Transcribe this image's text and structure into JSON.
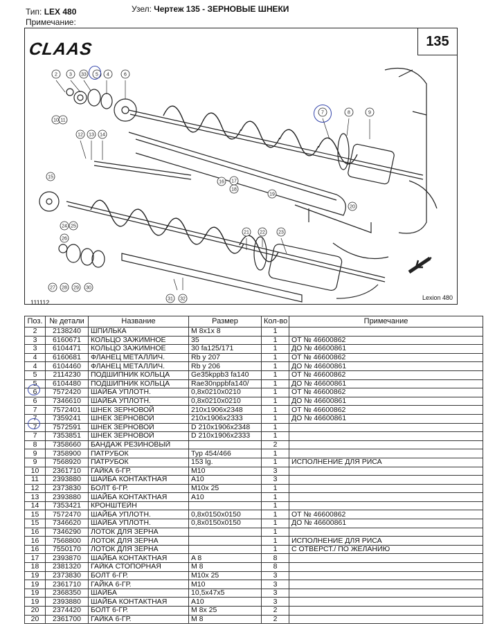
{
  "header": {
    "type_label": "Тип:",
    "type_value": "LEX 480",
    "unit_label": "Узел:",
    "unit_value": "Чертеж 135 - ЗЕРНОВЫЕ ШНЕКИ",
    "note_label": "Примечание:"
  },
  "drawing": {
    "brand": "CLAAS",
    "sheet_number": "135",
    "code": "111112",
    "model": "Lexion 480",
    "callouts": [
      "2",
      "3",
      "33",
      "5",
      "4",
      "6",
      "7",
      "8",
      "9",
      "10",
      "11",
      "12",
      "13",
      "14",
      "15",
      "16",
      "17",
      "18",
      "19",
      "20",
      "21",
      "22",
      "23",
      "24",
      "25",
      "26",
      "27",
      "28",
      "29",
      "30",
      "31",
      "32"
    ]
  },
  "table": {
    "headers": [
      "Поз.",
      "№ детали",
      "Название",
      "Размер",
      "Кол-во",
      "Примечание"
    ],
    "rows": [
      [
        "2",
        "2138240",
        "ШПИЛЬКА",
        "M 8x1x 8",
        "1",
        ""
      ],
      [
        "3",
        "6160671",
        "КОЛЬЦО ЗАЖИМНОЕ",
        "35",
        "1",
        "ОТ № 46600862"
      ],
      [
        "3",
        "6104471",
        "КОЛЬЦО ЗАЖИМНОЕ",
        "30    fa125/171",
        "1",
        "ДО № 46600861"
      ],
      [
        "4",
        "6160681",
        "ФЛАНЕЦ МЕТАЛЛИЧ.",
        "Rb y 207",
        "1",
        "ОТ № 46600862"
      ],
      [
        "4",
        "6104460",
        "ФЛАНЕЦ МЕТАЛЛИЧ.",
        "Rb y 206",
        "1",
        "ДО № 46600861"
      ],
      [
        "5",
        "2114230",
        "ПОДШИПНИК КОЛЬЦА",
        "Ge35kppb3 fa140",
        "1",
        "ОТ № 46600862"
      ],
      [
        "5",
        "6104480",
        "ПОДШИПНИК КОЛЬЦА",
        "Rae30nppbfa140/",
        "1",
        "ДО № 46600861"
      ],
      [
        "6",
        "7572420",
        "ШАЙБА УПЛОТН.",
        "0,8x0210x0210",
        "1",
        "ОТ № 46600862"
      ],
      [
        "6",
        "7346610",
        "ШАЙБА УПЛОТН.",
        "0,8x0210x0210",
        "1",
        "ДО № 46600861"
      ],
      [
        "7",
        "7572401",
        "ШНЕК ЗЕРНОВОЙ",
        "210x1906x2348",
        "1",
        "ОТ № 46600862"
      ],
      [
        "7",
        "7359241",
        "ШНЕК ЗЕРНОВОЙ",
        "210x1906x2333",
        "1",
        "ДО № 46600861"
      ],
      [
        "7",
        "7572591",
        "ШНЕК ЗЕРНОВОЙ",
        "D 210x1906x2348",
        "1",
        ""
      ],
      [
        "7",
        "7353851",
        "ШНЕК ЗЕРНОВОЙ",
        "D 210x1906x2333",
        "1",
        ""
      ],
      [
        "8",
        "7358660",
        "БАНДАЖ РЕЗИНОВЫЙ",
        "",
        "2",
        ""
      ],
      [
        "9",
        "7358900",
        "ПАТРУБОК",
        "Typ 454/466",
        "1",
        ""
      ],
      [
        "9",
        "7568920",
        "ПАТРУБОК",
        "153 lg.",
        "1",
        "ИСПОЛНЕНИЕ ДЛЯ РИСА"
      ],
      [
        "10",
        "2361710",
        "ГАЙКА 6-ГР.",
        "M10",
        "3",
        ""
      ],
      [
        "11",
        "2393880",
        "ШАЙБА КОНТАКТНАЯ",
        "A10",
        "3",
        ""
      ],
      [
        "12",
        "2373830",
        "БОЛТ 6-ГР.",
        "M10x 25",
        "1",
        ""
      ],
      [
        "13",
        "2393880",
        "ШАЙБА КОНТАКТНАЯ",
        "A10",
        "1",
        ""
      ],
      [
        "14",
        "7353421",
        "КРОНШТЕЙН",
        "",
        "1",
        ""
      ],
      [
        "15",
        "7572470",
        "ШАЙБА УПЛОТН.",
        "0,8x0150x0150",
        "1",
        "ОТ № 46600862"
      ],
      [
        "15",
        "7346620",
        "ШАЙБА УПЛОТН.",
        "0,8x0150x0150",
        "1",
        "ДО № 46600861"
      ],
      [
        "16",
        "7346290",
        "ЛОТОК ДЛЯ ЗЕРНА",
        "",
        "1",
        ""
      ],
      [
        "16",
        "7568800",
        "ЛОТОК ДЛЯ ЗЕРНА",
        "",
        "1",
        "ИСПОЛНЕНИЕ ДЛЯ РИСА"
      ],
      [
        "16",
        "7550170",
        "ЛОТОК ДЛЯ ЗЕРНА",
        "",
        "1",
        "С ОТВЕРСТ./ ПО ЖЕЛАНИЮ"
      ],
      [
        "17",
        "2393870",
        "ШАЙБА КОНТАКТНАЯ",
        "A 8",
        "8",
        ""
      ],
      [
        "18",
        "2381320",
        "ГАЙКА СТОПОРНАЯ",
        "M 8",
        "8",
        ""
      ],
      [
        "19",
        "2373830",
        "БОЛТ 6-ГР.",
        "M10x 25",
        "3",
        ""
      ],
      [
        "19",
        "2361710",
        "ГАЙКА 6-ГР.",
        "M10",
        "3",
        ""
      ],
      [
        "19",
        "2368350",
        "ШАЙБА",
        "10,5x47x5",
        "3",
        ""
      ],
      [
        "19",
        "2393880",
        "ШАЙБА КОНТАКТНАЯ",
        "A10",
        "3",
        ""
      ],
      [
        "20",
        "2374420",
        "БОЛТ 6-ГР.",
        "M 8x 25",
        "2",
        ""
      ],
      [
        "20",
        "2361700",
        "ГАЙКА 6-ГР.",
        "M 8",
        "2",
        ""
      ]
    ]
  }
}
